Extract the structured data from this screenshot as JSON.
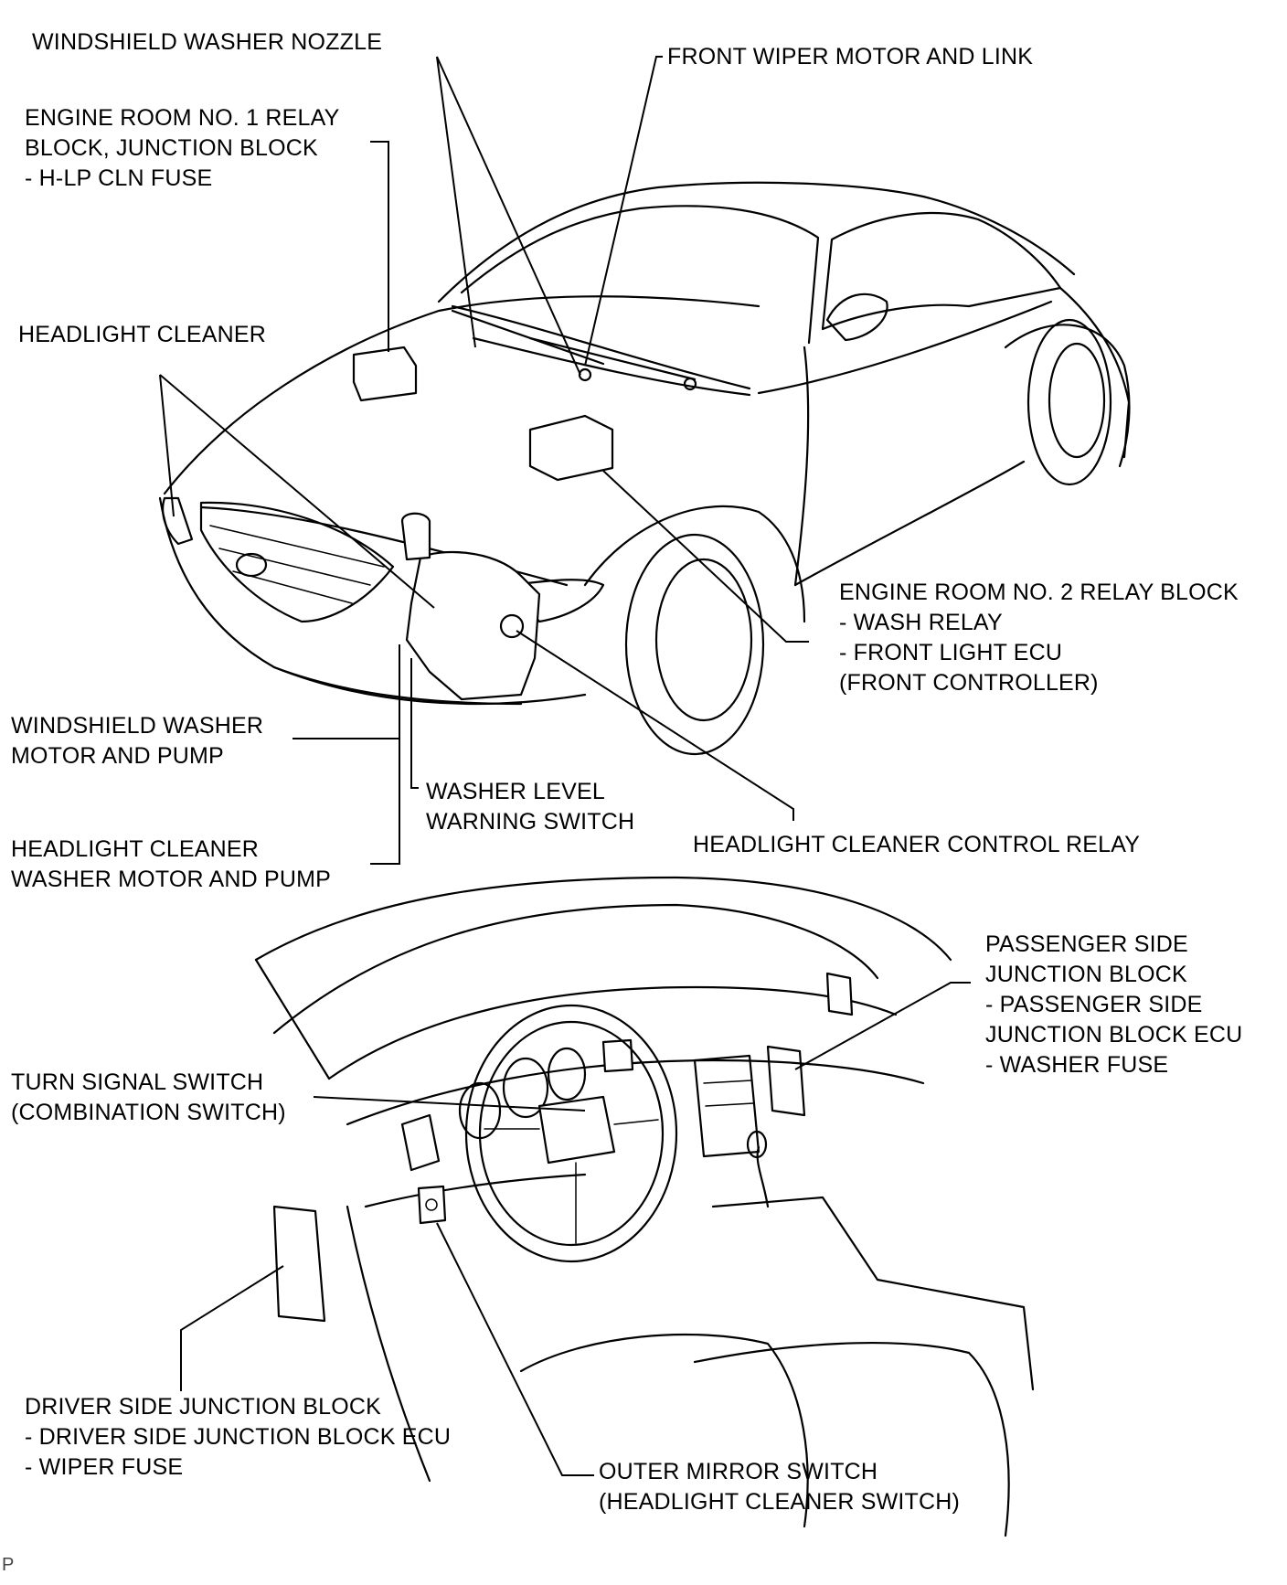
{
  "labels": {
    "windshield_washer_nozzle": [
      "WINDSHIELD WASHER NOZZLE"
    ],
    "front_wiper_motor": [
      "FRONT WIPER MOTOR AND LINK"
    ],
    "engine_room_no1": [
      "ENGINE ROOM NO. 1 RELAY",
      "BLOCK, JUNCTION BLOCK",
      "- H-LP CLN FUSE"
    ],
    "headlight_cleaner": [
      "HEADLIGHT CLEANER"
    ],
    "engine_room_no2": [
      "ENGINE ROOM NO. 2 RELAY BLOCK",
      "- WASH RELAY",
      "- FRONT LIGHT ECU",
      "(FRONT CONTROLLER)"
    ],
    "windshield_washer_motor": [
      "WINDSHIELD WASHER",
      "MOTOR AND PUMP"
    ],
    "washer_level_switch": [
      "WASHER LEVEL",
      "WARNING SWITCH"
    ],
    "headlight_cleaner_washer_motor": [
      "HEADLIGHT CLEANER",
      "WASHER MOTOR AND PUMP"
    ],
    "headlight_cleaner_control_relay": [
      "HEADLIGHT CLEANER CONTROL RELAY"
    ],
    "passenger_side_junction_block": [
      "PASSENGER SIDE",
      "JUNCTION BLOCK",
      "- PASSENGER SIDE",
      "JUNCTION BLOCK ECU",
      "- WASHER FUSE"
    ],
    "turn_signal_switch": [
      "TURN SIGNAL SWITCH",
      "(COMBINATION SWITCH)"
    ],
    "driver_side_junction_block": [
      "DRIVER SIDE JUNCTION BLOCK",
      "- DRIVER SIDE JUNCTION BLOCK ECU",
      "- WIPER FUSE"
    ],
    "outer_mirror_switch": [
      "OUTER MIRROR SWITCH",
      "(HEADLIGHT CLEANER SWITCH)"
    ],
    "corner_mark": [
      "P"
    ]
  }
}
